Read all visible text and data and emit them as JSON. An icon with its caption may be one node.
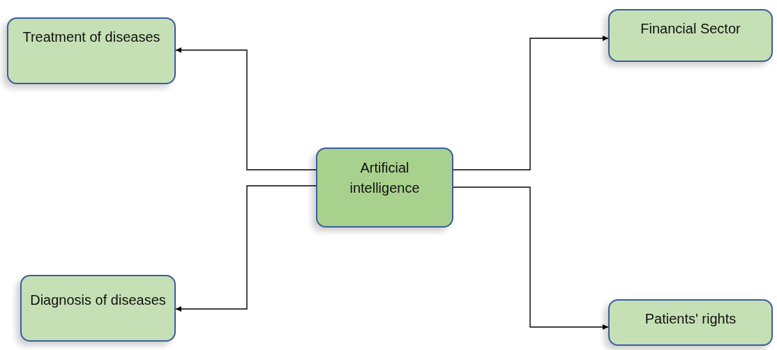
{
  "diagram": {
    "nodes": [
      {
        "text": [
          "Artificial intelligence"
        ]
      },
      {
        "text": [
          "Treatment of diseases"
        ]
      },
      {
        "text": [
          "Financial Sector"
        ]
      },
      {
        "text": [
          "Diagnosis of diseases"
        ]
      },
      {
        "text": [
          "Patients' rights"
        ]
      }
    ],
    "edges": [
      {
        "from": 0,
        "to": 1,
        "arrow": "to"
      },
      {
        "from": 0,
        "to": 2,
        "arrow": "to"
      },
      {
        "from": 0,
        "to": 3,
        "arrow": "to"
      },
      {
        "from": 0,
        "to": 4,
        "arrow": "to"
      }
    ]
  }
}
